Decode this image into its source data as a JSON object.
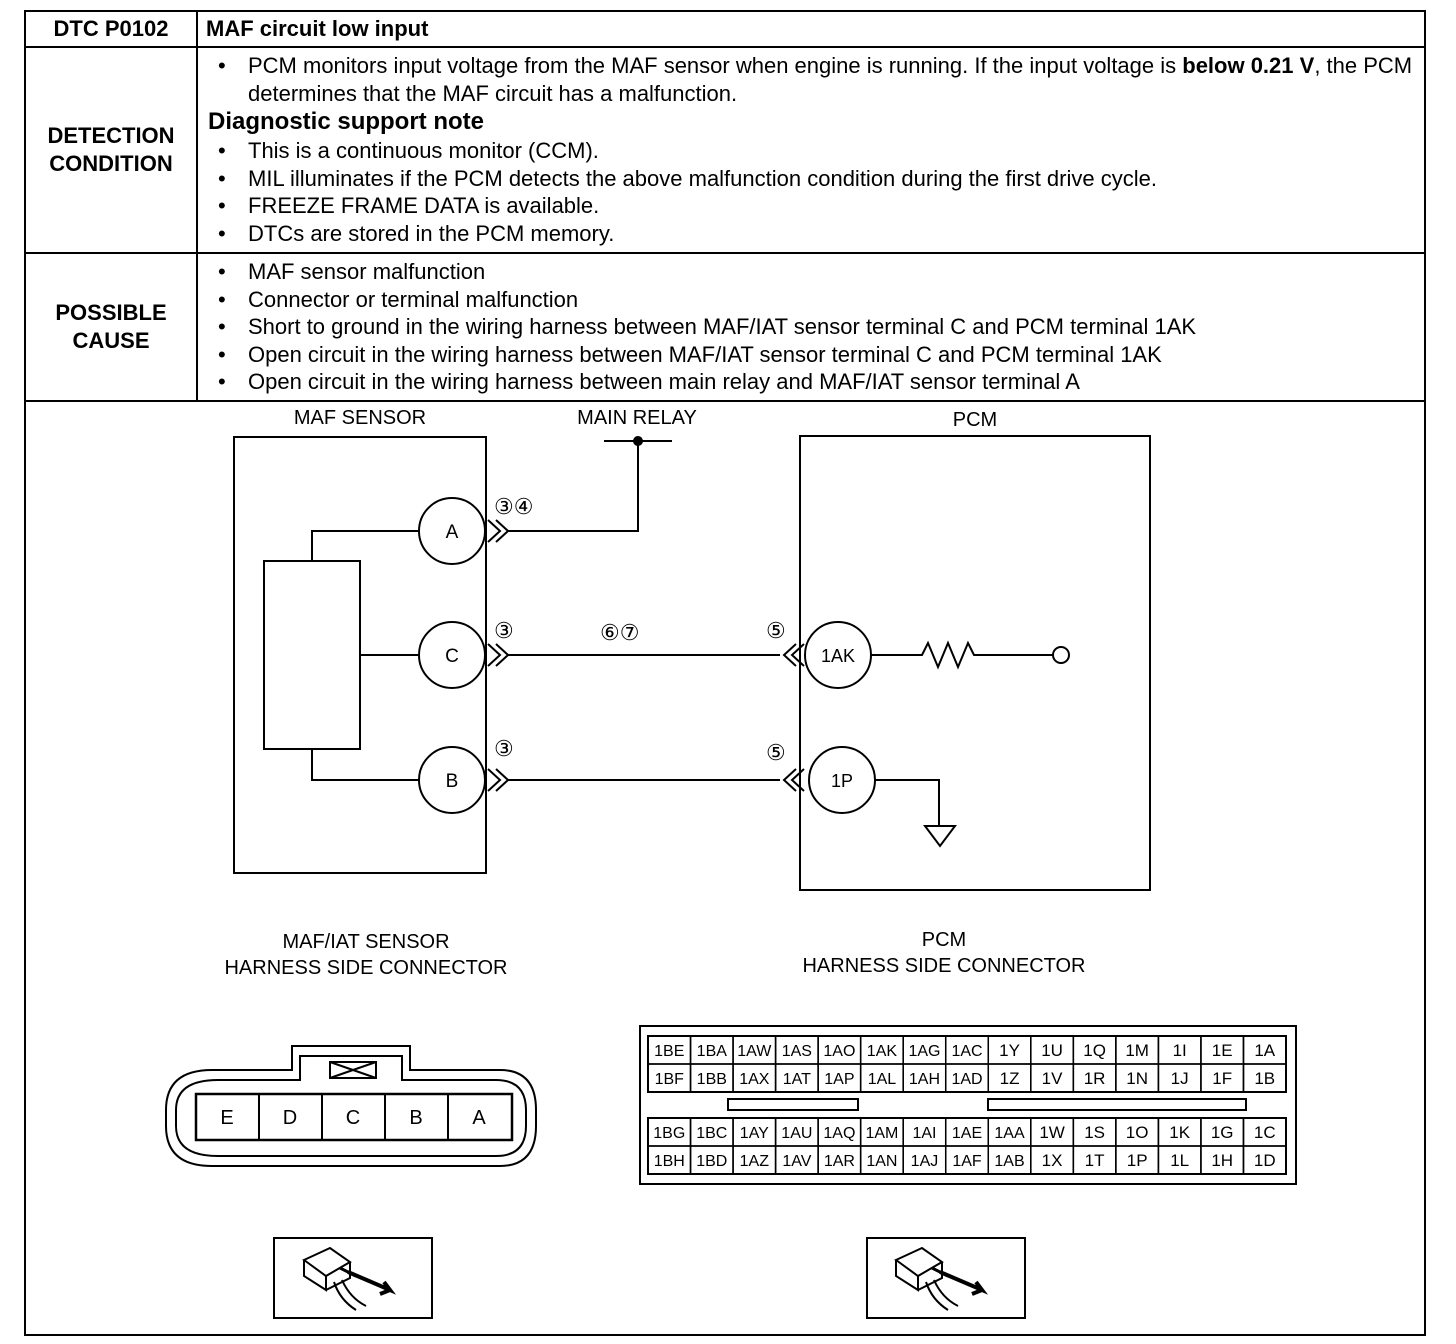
{
  "dtc": {
    "code": "DTC P0102",
    "title": "MAF circuit low input"
  },
  "detection": {
    "label_line1": "DETECTION",
    "label_line2": "CONDITION",
    "bullet1_pre": "PCM monitors input voltage from the MAF sensor when engine is running. If the input voltage is ",
    "bullet1_bold": "below 0.21 V",
    "bullet1_post": ", the PCM determines that the MAF circuit has a malfunction.",
    "note_title": "Diagnostic support note",
    "notes": [
      "This is a continuous monitor (CCM).",
      "MIL illuminates if the PCM detects the above malfunction condition during the first drive cycle.",
      "FREEZE FRAME DATA is available.",
      "DTCs are stored in the PCM memory."
    ]
  },
  "cause": {
    "label_line1": "POSSIBLE",
    "label_line2": "CAUSE",
    "items": [
      "MAF sensor malfunction",
      "Connector or terminal malfunction",
      "Short to ground in the wiring harness between MAF/IAT sensor terminal C and PCM terminal 1AK",
      "Open circuit in the wiring harness between MAF/IAT sensor terminal C and PCM terminal 1AK",
      "Open circuit in the wiring harness between main relay and MAF/IAT sensor terminal A"
    ]
  },
  "diagram": {
    "maf_label": "MAF SENSOR",
    "relay_label": "MAIN RELAY",
    "pcm_label": "PCM",
    "maf_terminals": [
      "A",
      "C",
      "B"
    ],
    "pcm_terminals": [
      "1AK",
      "1P"
    ],
    "step_refs": {
      "a_line": "③④",
      "c_line_maf": "③",
      "c_line_mid": "⑥⑦",
      "c_line_pcm": "⑤",
      "b_line_maf": "③",
      "b_line_pcm": "⑤"
    },
    "maf_connector_title_1": "MAF/IAT SENSOR",
    "maf_connector_title_2": "HARNESS SIDE CONNECTOR",
    "pcm_connector_title_1": "PCM",
    "pcm_connector_title_2": "HARNESS SIDE CONNECTOR",
    "maf_connector_pins": [
      "E",
      "D",
      "C",
      "B",
      "A"
    ],
    "pcm_connector_rows": [
      [
        "1BE",
        "1BA",
        "1AW",
        "1AS",
        "1AO",
        "1AK",
        "1AG",
        "1AC",
        "1Y",
        "1U",
        "1Q",
        "1M",
        "1I",
        "1E",
        "1A"
      ],
      [
        "1BF",
        "1BB",
        "1AX",
        "1AT",
        "1AP",
        "1AL",
        "1AH",
        "1AD",
        "1Z",
        "1V",
        "1R",
        "1N",
        "1J",
        "1F",
        "1B"
      ],
      [
        "1BG",
        "1BC",
        "1AY",
        "1AU",
        "1AQ",
        "1AM",
        "1AI",
        "1AE",
        "1AA",
        "1W",
        "1S",
        "1O",
        "1K",
        "1G",
        "1C"
      ],
      [
        "1BH",
        "1BD",
        "1AZ",
        "1AV",
        "1AR",
        "1AN",
        "1AJ",
        "1AF",
        "1AB",
        "1X",
        "1T",
        "1P",
        "1L",
        "1H",
        "1D"
      ]
    ],
    "icons": [
      "harness-probe-icon",
      "harness-probe-icon"
    ]
  }
}
